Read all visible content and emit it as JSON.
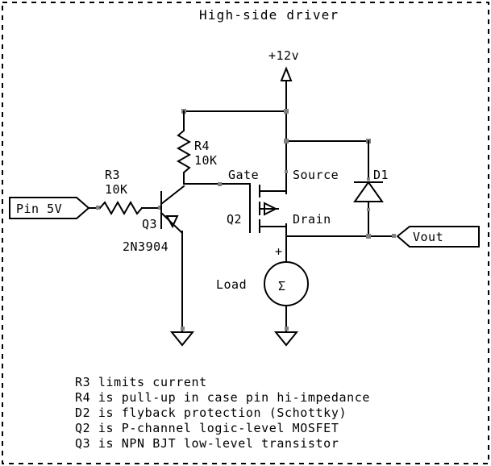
{
  "document": {
    "title": "High-side driver",
    "border_style": "dashed",
    "bg_color": "#ffffff",
    "ink_color": "#000000",
    "node_color": "#808080"
  },
  "power": {
    "rail_label": "+12v",
    "symbol": "supply-arrow"
  },
  "ports": [
    {
      "id": "pin5v",
      "label": "Pin 5V",
      "direction": "input",
      "shape": "flag-right"
    },
    {
      "id": "vout",
      "label": "Vout",
      "direction": "output",
      "shape": "flag-left"
    }
  ],
  "components": [
    {
      "ref": "R3",
      "value": "10K",
      "type": "resistor",
      "label_line1": "R3",
      "label_line2": "10K"
    },
    {
      "ref": "R4",
      "value": "10K",
      "type": "resistor",
      "label_line1": "R4",
      "label_line2": "10K"
    },
    {
      "ref": "Q3",
      "value": "2N3904",
      "type": "npn-bjt",
      "label_line1": "Q3",
      "label_line2": "2N3904"
    },
    {
      "ref": "Q2",
      "value": "",
      "type": "p-channel-mosfet",
      "label_line1": "Q2",
      "label_line2": ""
    },
    {
      "ref": "D1",
      "value": "",
      "type": "schottky-diode",
      "label_line1": "D1",
      "label_line2": ""
    },
    {
      "ref": "LOAD",
      "value": "",
      "type": "load-source",
      "label_line1": "Load",
      "label_line2": "",
      "glyph": "Σ",
      "polarity": "+"
    }
  ],
  "pin_labels": {
    "gate": "Gate",
    "source": "Source",
    "drain": "Drain"
  },
  "notes": [
    "R3 limits current",
    "R4 is pull-up in case pin hi-impedance",
    "D2 is flyback protection (Schottky)",
    "Q2 is P-channel logic-level MOSFET",
    "Q3 is NPN BJT low-level transistor"
  ]
}
